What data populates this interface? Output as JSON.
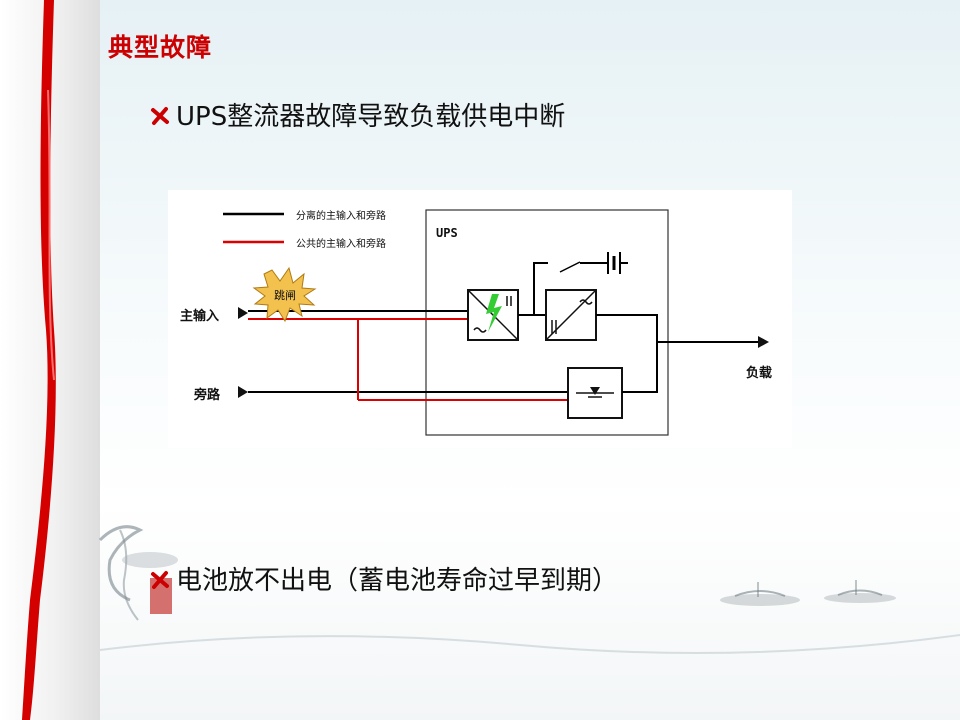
{
  "slide": {
    "title": "典型故障",
    "bullets": [
      "UPS整流器故障导致负载供电中断",
      "电池放不出电（蓄电池寿命过早到期）"
    ]
  },
  "diagram": {
    "legend": [
      {
        "label": "分离的主输入和旁路",
        "color": "#000000"
      },
      {
        "label": "公共的主输入和旁路",
        "color": "#dd0000"
      }
    ],
    "ups_label": "UPS",
    "trip_label": "跳闸",
    "main_input_label": "主输入",
    "bypass_label": "旁路",
    "load_label": "负载"
  },
  "colors": {
    "accent": "#cc0000",
    "common_line": "#dd0000",
    "separate_line": "#000000",
    "fault_bolt": "#33cc33",
    "trip_burst": "#f2c14e"
  }
}
